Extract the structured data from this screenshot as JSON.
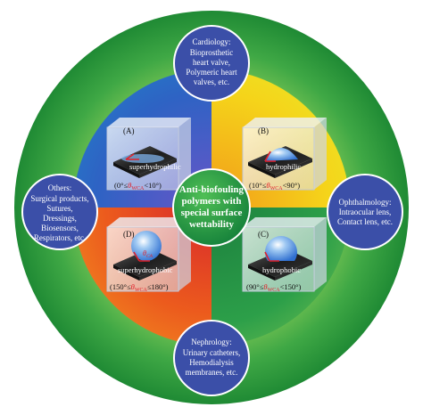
{
  "center": {
    "line1": "Anti-biofouling",
    "line2": "polymers with",
    "line3": "special surface",
    "line4": "wettability",
    "color": "#1f8f3a"
  },
  "satellites": {
    "top": {
      "title": "Cardiology:",
      "items": [
        "Bioprosthetic",
        "heart valve,",
        "Polymeric heart",
        "valves, etc."
      ]
    },
    "right": {
      "title": "Ophthalmology:",
      "items": [
        "Intraocular lens,",
        "Contact lens, etc."
      ]
    },
    "bottom": {
      "title": "Nephrology:",
      "items": [
        "Urinary catheters,",
        "Hemodialysis",
        "membranes, etc."
      ]
    },
    "left": {
      "title": "Others:",
      "items": [
        "Surgical products,",
        "Sutures,",
        "Dressings,",
        "Biosensors,",
        "Respirators, etc."
      ]
    },
    "fill": "#3b4fa8"
  },
  "panels": {
    "A": {
      "letter": "(A)",
      "label": "superhydrophilic",
      "range_pre": "(0°≤",
      "theta": "θ",
      "sub": "WCA",
      "range_post": "<10°)",
      "shape": "film"
    },
    "B": {
      "letter": "(B)",
      "label": "hydrophilic",
      "range_pre": "(10°≤",
      "theta": "θ",
      "sub": "WCA",
      "range_post": "<90°)",
      "shape": "dome"
    },
    "C": {
      "letter": "(C)",
      "label": "hydrophobic",
      "range_pre": "(90°≤",
      "theta": "θ",
      "sub": "WCA",
      "range_post": "<150°)",
      "shape": "sphere"
    },
    "D": {
      "letter": "(D)",
      "label": "superhydrophobic",
      "range_pre": "(150°≤",
      "theta": "θ",
      "sub": "WCA",
      "range_post": "≤180°)",
      "shape": "ball",
      "ca_theta": "θ",
      "ca_sub": "CA"
    }
  },
  "colors": {
    "ring_outer": "#2e9a3e",
    "quad_blue": "#2f5fbf",
    "quad_yellow": "#f2e21a",
    "quad_red": "#e3411f",
    "quad_green": "#35a847",
    "angle_red": "#e0202a"
  }
}
